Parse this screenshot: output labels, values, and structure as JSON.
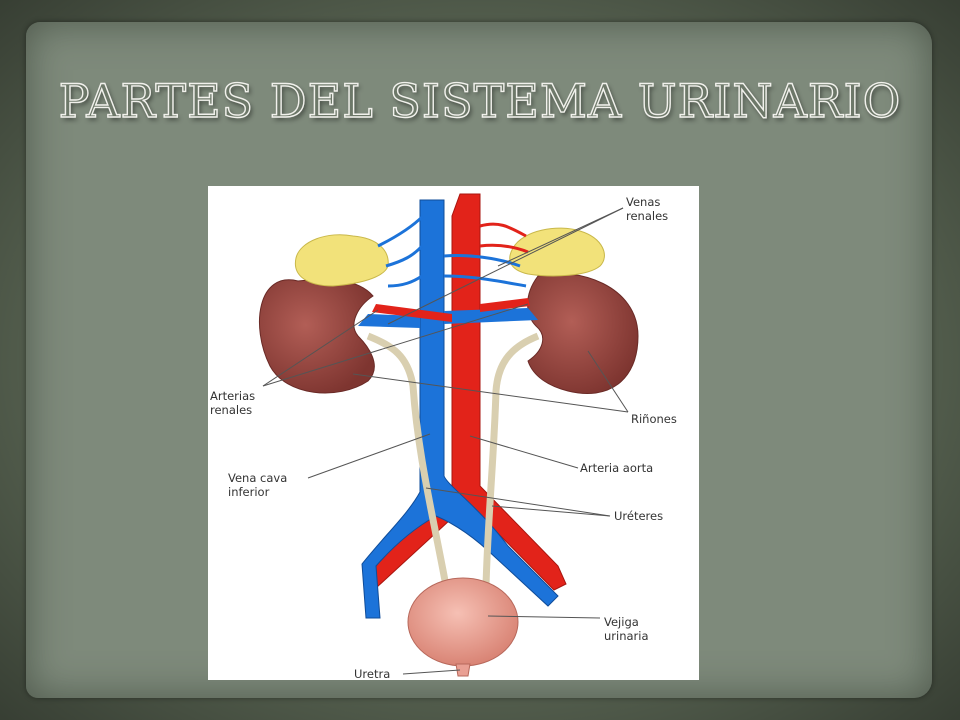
{
  "slide": {
    "title": "PARTES DEL SISTEMA URINARIO"
  },
  "diagram": {
    "labels": {
      "venas_renales": [
        "Venas",
        "renales"
      ],
      "arterias_renales": [
        "Arterias",
        "renales"
      ],
      "rinones": "Riñones",
      "vena_cava": [
        "Vena cava",
        "inferior"
      ],
      "arteria_aorta": "Arteria aorta",
      "ureteres": "Uréteres",
      "vejiga": [
        "Vejiga",
        "urinaria"
      ],
      "uretra": "Uretra"
    },
    "colors": {
      "vein": "#1c73d9",
      "artery": "#e2231a",
      "kidney": "#9a4a44",
      "adrenal": "#f2e27a",
      "ureter": "#d9cfb0",
      "bladder": "#e9a094"
    }
  }
}
